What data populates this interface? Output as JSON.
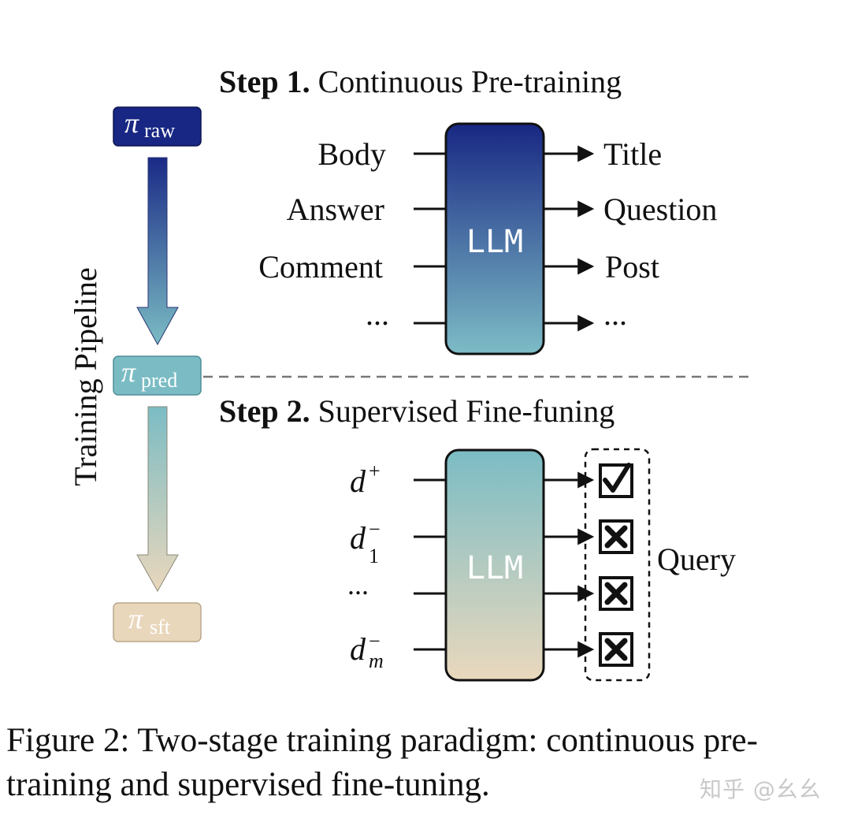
{
  "pipeline": {
    "label": "Training Pipeline",
    "stages": [
      {
        "symbol": "π",
        "subscript": "raw"
      },
      {
        "symbol": "π",
        "subscript": "pred"
      },
      {
        "symbol": "π",
        "subscript": "sft"
      }
    ]
  },
  "step1": {
    "prefix": "Step 1.",
    "title": "Continuous Pre-training",
    "model_label": "LLM",
    "inputs": [
      "Body",
      "Answer",
      "Comment",
      "..."
    ],
    "outputs": [
      "Title",
      "Question",
      "Post",
      "..."
    ]
  },
  "step2": {
    "prefix": "Step 2.",
    "title": "Supervised Fine-funing",
    "model_label": "LLM",
    "inputs": [
      {
        "base": "d",
        "sup": "+",
        "sub": ""
      },
      {
        "base": "d",
        "sup": "−",
        "sub": "1"
      },
      {
        "base": "...",
        "sup": "",
        "sub": ""
      },
      {
        "base": "d",
        "sup": "−",
        "sub": "m"
      }
    ],
    "output_marks": [
      "check",
      "cross",
      "cross",
      "cross"
    ],
    "query_label": "Query"
  },
  "caption": "Figure 2: Two-stage training paradigm: continuous pre-training and supervised fine-tuning.",
  "watermark": "知乎 @幺幺",
  "colors": {
    "navy": "#1a2a86",
    "teal": "#7bbcc4",
    "beige": "#e9d7bc"
  }
}
